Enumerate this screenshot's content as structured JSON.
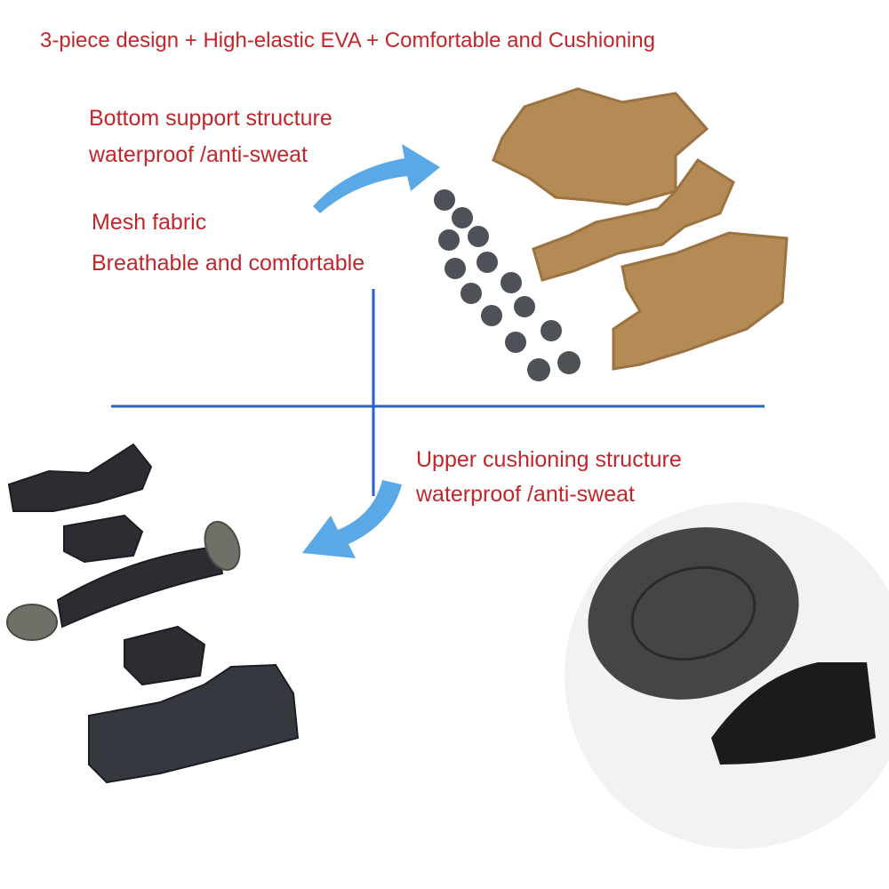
{
  "title": "3-piece design + High-elastic EVA + Comfortable  and Cushioning",
  "labels": {
    "bottom_heading": "Bottom support structure",
    "bottom_sub": "waterproof /anti-sweat",
    "mesh_heading": "Mesh fabric",
    "mesh_sub": "Breathable and comfortable",
    "upper_heading": "Upper cushioning structure",
    "upper_sub": "waterproof /anti-sweat"
  },
  "colors": {
    "text": "#c0262a",
    "divider": "#2a62c4",
    "arrow": "#5aa8e6",
    "tan_pad": "#b48a55",
    "black_pad": "#2b2d33",
    "gray_pad": "#6f7068"
  }
}
